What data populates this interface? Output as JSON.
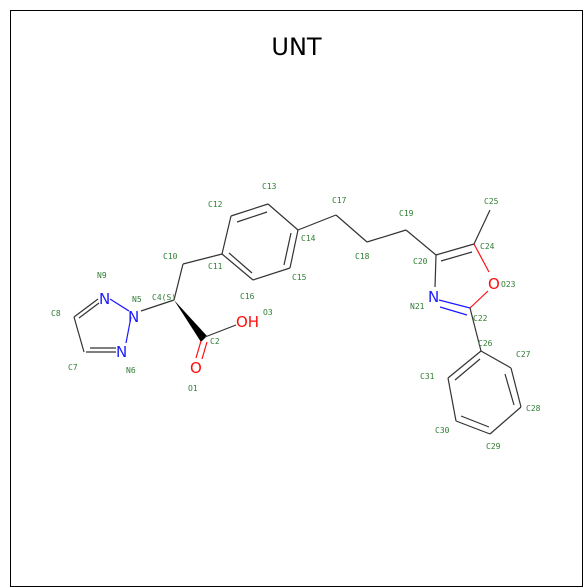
{
  "title": "UNT",
  "colors": {
    "bond": "#333333",
    "oxygen": "#ff0d0d",
    "nitrogen": "#1a1aff",
    "label": "#2e7d32"
  },
  "elements": {
    "n_triazole_upper": "N",
    "n_triazole_mid": "N",
    "n_triazole_lower": "N",
    "n_oxazole": "N",
    "o_oxazole": "O",
    "o_carbonyl": "O",
    "oh": "OH"
  },
  "atom_labels": {
    "N9": "N9",
    "N5": "N5",
    "N6": "N6",
    "C8": "C8",
    "C7": "C7",
    "C4S": "C4(S)",
    "C10": "C10",
    "C11": "C11",
    "C12": "C12",
    "C13": "C13",
    "C14": "C14",
    "C15": "C15",
    "C16": "C16",
    "C2": "C2",
    "O1": "O1",
    "O3": "O3",
    "C17": "C17",
    "C18": "C18",
    "C19": "C19",
    "C20": "C20",
    "N21": "N21",
    "C22": "C22",
    "O23": "O23",
    "C24": "C24",
    "C25": "C25",
    "C26": "C26",
    "C27": "C27",
    "C28": "C28",
    "C29": "C29",
    "C30": "C30",
    "C31": "C31"
  }
}
